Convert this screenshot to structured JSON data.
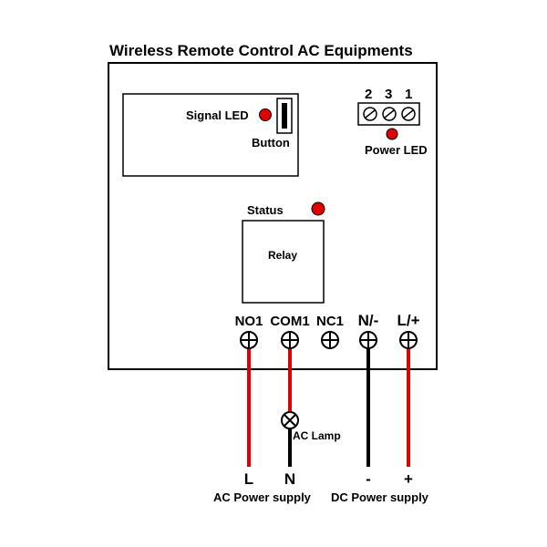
{
  "title": "Wireless Remote Control AC Equipments",
  "receiver": {
    "signal_led_label": "Signal LED",
    "button_label": "Button",
    "power_terminal_numbers": [
      "2",
      "3",
      "1"
    ],
    "power_led_label": "Power LED",
    "status_label": "Status",
    "relay_label": "Relay",
    "output_terminals": [
      "NO1",
      "COM1",
      "NC1",
      "N/-",
      "L/+"
    ]
  },
  "wiring": {
    "lamp_label": "AC Lamp",
    "ac_line_label": "L",
    "ac_neutral_label": "N",
    "dc_negative_label": "-",
    "dc_positive_label": "+",
    "ac_supply_label": "AC Power supply",
    "dc_supply_label": "DC Power supply"
  },
  "colors": {
    "led": "#e00000",
    "wire_live": "#e00000",
    "wire_neutral": "#000000",
    "outline": "#000000"
  }
}
